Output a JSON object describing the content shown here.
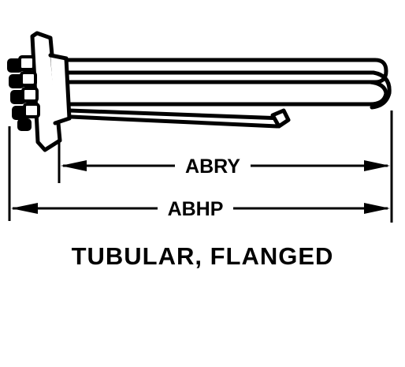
{
  "diagram": {
    "dimensions": [
      {
        "id": "inner",
        "label": "ABRY"
      },
      {
        "id": "overall",
        "label": "ABHP"
      }
    ],
    "caption": "TUBULAR, FLANGED"
  }
}
